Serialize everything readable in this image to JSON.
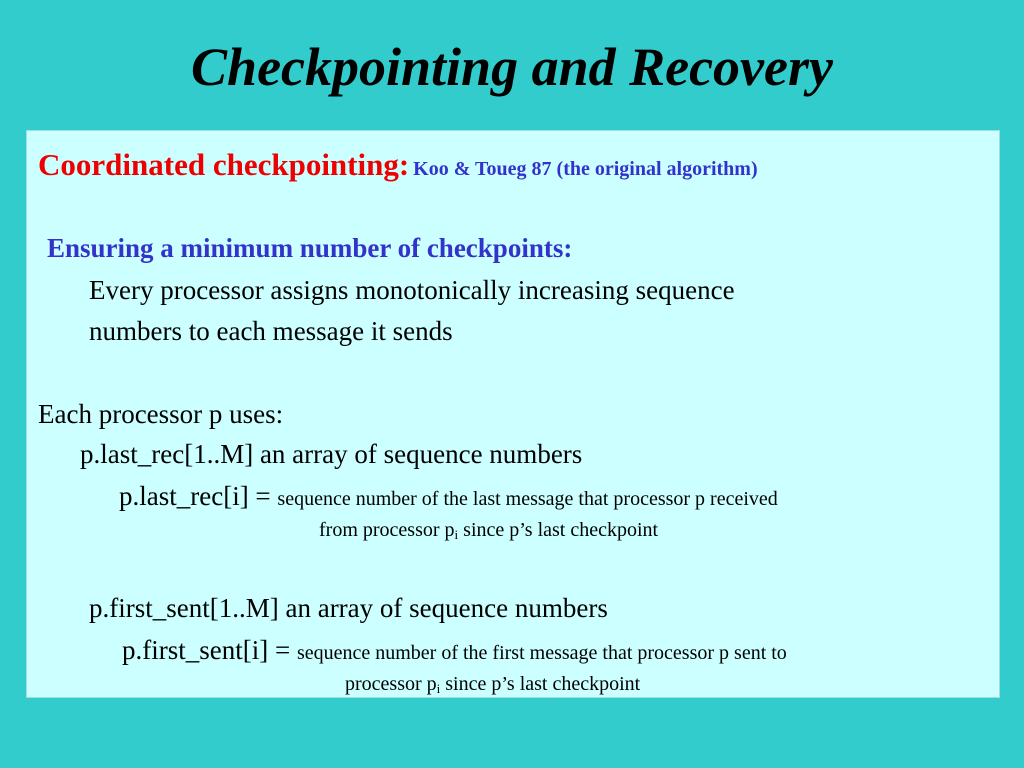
{
  "slide": {
    "title": "Checkpointing and Recovery",
    "line1": {
      "heading": "Coordinated checkpointing:",
      "reference": "Koo &  Toueg 87 (the original algorithm)"
    },
    "section1": {
      "heading": "Ensuring a minimum number of checkpoints:",
      "text_line1": "Every processor assigns monotonically increasing sequence",
      "text_line2": "numbers to each message it sends"
    },
    "section2": {
      "intro": "Each processor p uses:",
      "last_rec_decl": "p.last_rec[1..M] an array of sequence numbers",
      "last_rec_def_lhs": "p.last_rec[i] = ",
      "last_rec_def_text1": "sequence number of the last message  that processor p received",
      "last_rec_def_text2a": "from processor p",
      "last_rec_def_sub": "i",
      "last_rec_def_text2b": " since p’s last checkpoint",
      "first_sent_decl": "p.first_sent[1..M] an array of sequence numbers",
      "first_sent_def_lhs": "p.first_sent[i] = ",
      "first_sent_def_text1": "sequence number of the first message that processor p sent to",
      "first_sent_def_text2a": "processor p",
      "first_sent_def_sub": "i",
      "first_sent_def_text2b": " since p’s last checkpoint"
    }
  },
  "colors": {
    "background": "#33CCCC",
    "content_box": "#CCFFFF",
    "heading_red": "#EE0000",
    "heading_blue": "#3333CC"
  }
}
